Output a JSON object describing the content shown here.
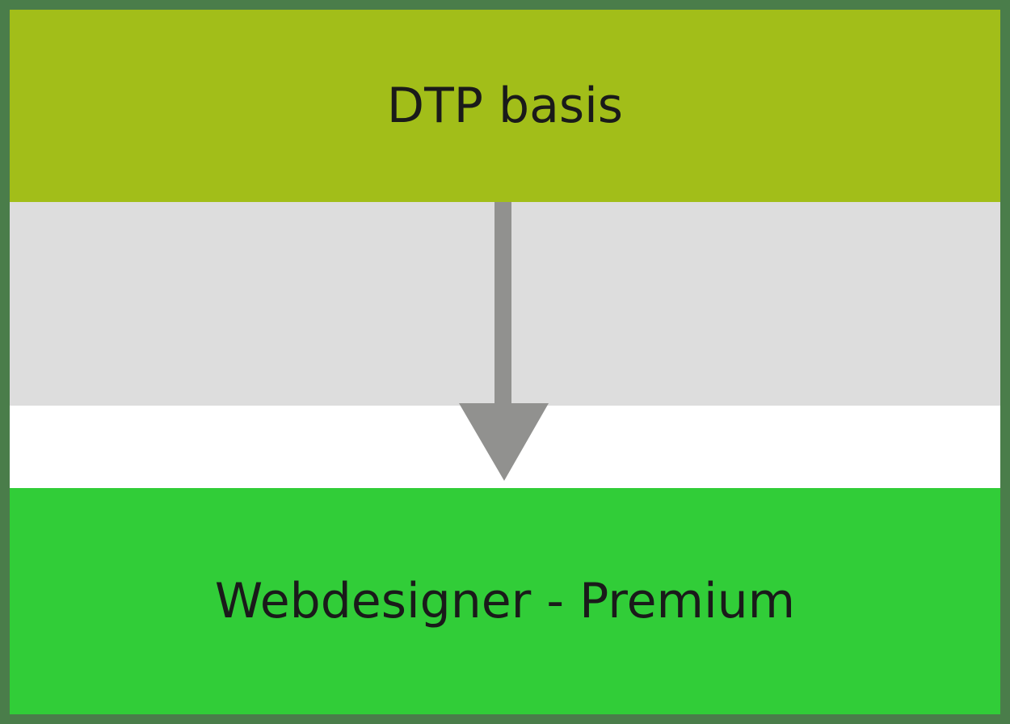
{
  "diagram": {
    "top_box": {
      "label": "DTP basis",
      "color": "#a2be19"
    },
    "middle_band": {
      "color": "#dddddd"
    },
    "gap": {
      "color": "#ffffff"
    },
    "bottom_box": {
      "label": "Webdesigner - Premium",
      "color": "#31cd38"
    },
    "arrow": {
      "direction": "down",
      "from": "DTP basis",
      "to": "Webdesigner - Premium",
      "color": "#91918f"
    },
    "frame_color": "#4a7d4a"
  }
}
